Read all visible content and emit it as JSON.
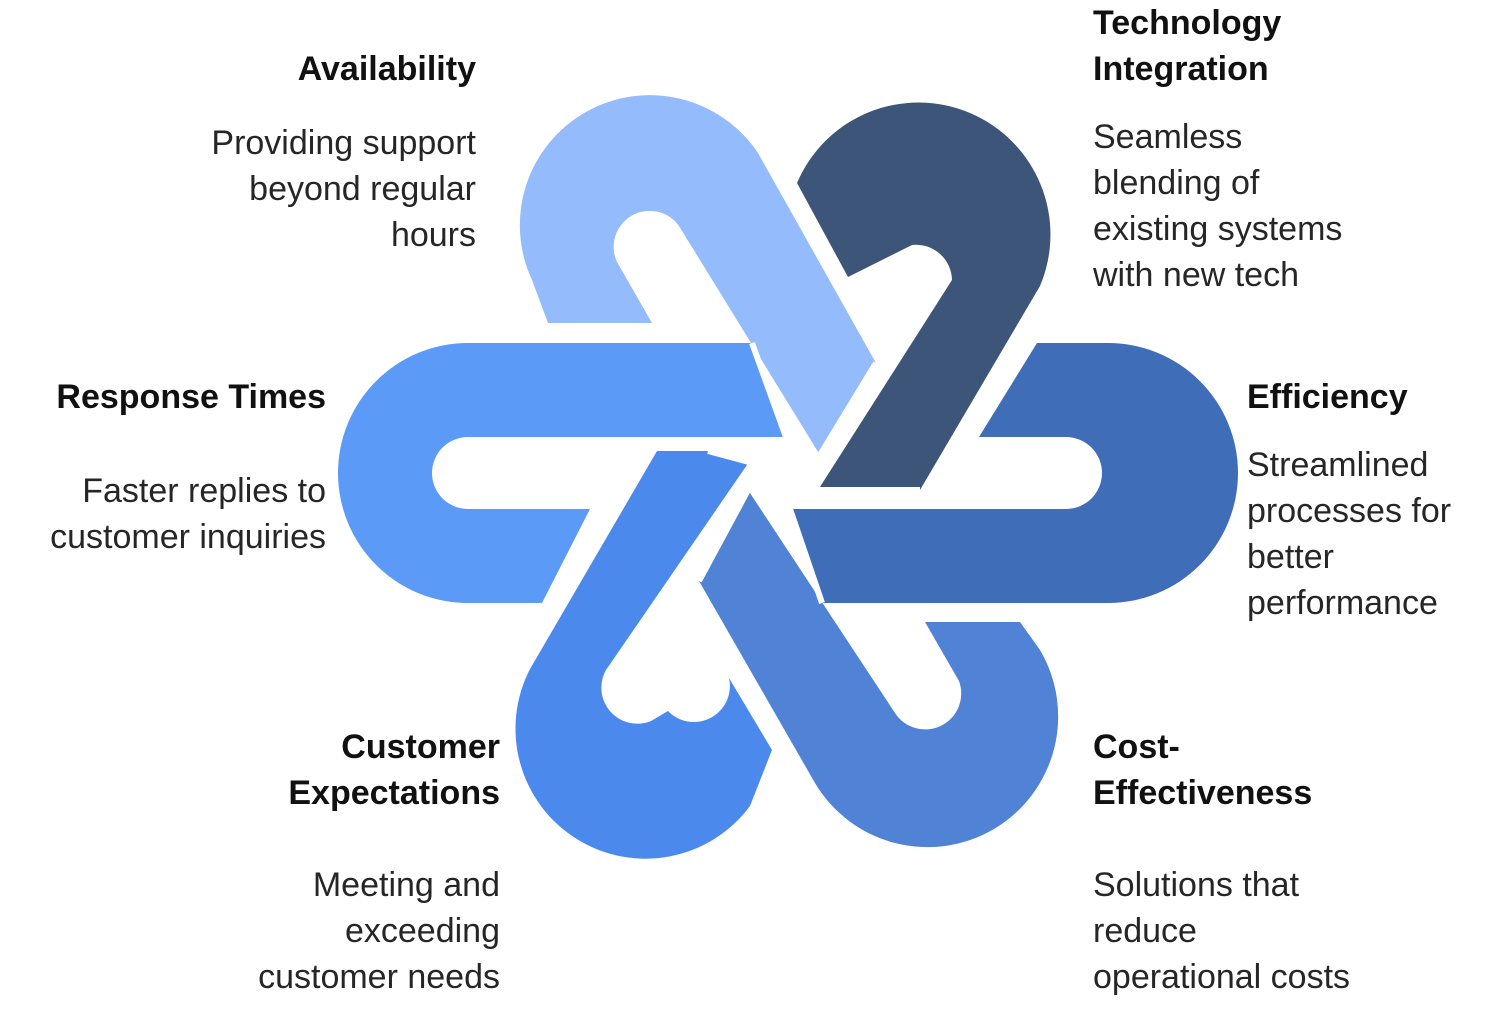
{
  "colors": {
    "availability": "#94bbfb",
    "technology_integration": "#3e557a",
    "response_times": "#5b9af6",
    "efficiency": "#3f6db7",
    "customer_expectations": "#4b8aec",
    "cost_effectiveness": "#5082d6"
  },
  "segments": [
    {
      "key": "availability",
      "title": "Availability",
      "description": "Providing support\nbeyond regular\nhours"
    },
    {
      "key": "technology_integration",
      "title": "Technology\nIntegration",
      "description": "Seamless\nblending of\nexisting systems\nwith new tech"
    },
    {
      "key": "response_times",
      "title": "Response Times",
      "description": "Faster replies to\ncustomer inquiries"
    },
    {
      "key": "efficiency",
      "title": "Efficiency",
      "description": "Streamlined\nprocesses for\nbetter\nperformance"
    },
    {
      "key": "customer_expectations",
      "title": "Customer\nExpectations",
      "description": "Meeting and\nexceeding\ncustomer needs"
    },
    {
      "key": "cost_effectiveness",
      "title": "Cost-\nEffectiveness",
      "description": "Solutions that\nreduce\noperational costs"
    }
  ]
}
